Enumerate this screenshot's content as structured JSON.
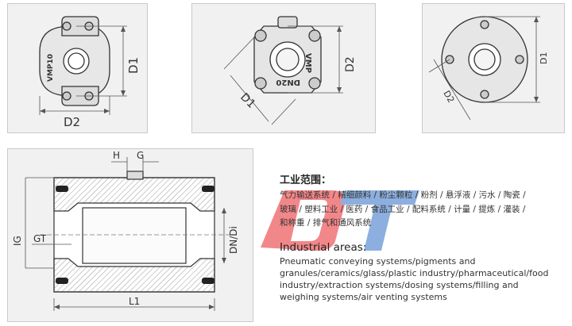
{
  "views": {
    "small_flange": {
      "body_text": "VMP10",
      "dim_vertical": "D1",
      "dim_horizontal": "D2"
    },
    "square_flange": {
      "body_text_side": "VMP",
      "body_text_bottom": "DN20",
      "dim_diagonal": "D1",
      "dim_vertical": "D2"
    },
    "round_flange": {
      "dim_vertical": "D1",
      "dim_diagonal": "D2"
    }
  },
  "section": {
    "labels": {
      "h": "H",
      "g": "G",
      "ig": "IG",
      "gt": "GT",
      "dndi": "DN/Di",
      "l1": "L1"
    }
  },
  "industries": {
    "cn_heading": "工业范围：",
    "cn_line1": "气力输送系统 / 精细颜料 / 粉尘颗粒 / 粉剂 / 悬浮液 / 污水 / 陶瓷 /",
    "cn_line2": "玻璃 / 塑料工业 / 医药 / 食品工业 / 配料系统 / 计量 / 提炼 / 灌装 /",
    "cn_line3": "和称重 / 排气和通风系统",
    "en_heading": "Industrial areas:",
    "en_body": "Pneumatic conveying systems/pigments and granules/ceramics/glass/plastic industry/pharmaceutical/food industry/extraction systems/dosing systems/filling and weighing systems/air venting systems"
  },
  "colors": {
    "watermark_red": "#e8262a",
    "watermark_blue": "#2f6fc6",
    "panel_bg": "#f1f1f1"
  }
}
